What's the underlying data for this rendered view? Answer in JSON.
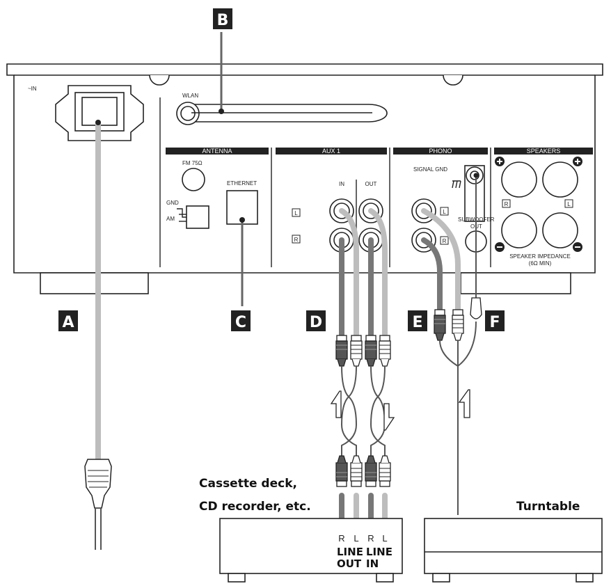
{
  "panel": {
    "ac_in": "~IN",
    "wlan": "WLAN",
    "antenna_header": "ANTENNA",
    "fm": "FM 75Ω",
    "gnd": "GND",
    "am": "AM",
    "ethernet": "ETHERNET",
    "aux_header": "AUX 1",
    "aux_in": "IN",
    "aux_out": "OUT",
    "phono_header": "PHONO",
    "signal_gnd": "SIGNAL GND",
    "subwoofer_1": "SUBWOOFER",
    "subwoofer_2": "OUT",
    "speakers_header": "SPEAKERS",
    "impedance_1": "SPEAKER IMPEDANCE",
    "impedance_2": "(6Ω MIN)",
    "ch_l": "L",
    "ch_r": "R"
  },
  "tags": {
    "a": "A",
    "b": "B",
    "c": "C",
    "d": "D",
    "e": "E",
    "f": "F"
  },
  "devices": {
    "cassette_line1": "Cassette deck,",
    "cassette_line2": "CD recorder, etc.",
    "turntable": "Turntable",
    "r": "R",
    "l": "L",
    "line_out_1": "LINE",
    "line_out_2": "OUT",
    "line_in_1": "LINE",
    "line_in_2": "IN"
  },
  "colors": {
    "tag_bg": "#222222",
    "cable_dark": "#777777",
    "cable_light": "#bdbdbd"
  }
}
